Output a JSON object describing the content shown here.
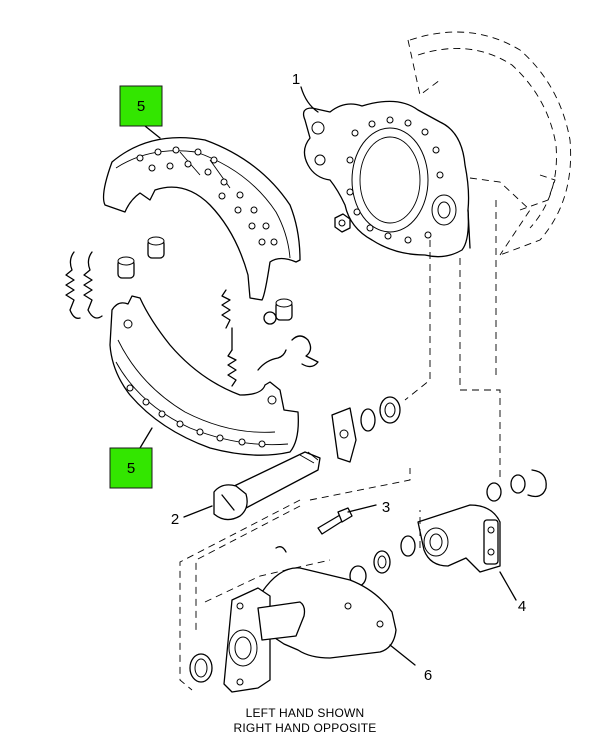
{
  "callouts": {
    "c1": "1",
    "c2": "2",
    "c3": "3",
    "c4": "4",
    "c5a": "5",
    "c5b": "5",
    "c6": "6"
  },
  "highlight_color": "#33e600",
  "caption": {
    "line1": "LEFT HAND SHOWN",
    "line2": "RIGHT HAND OPPOSITE"
  }
}
